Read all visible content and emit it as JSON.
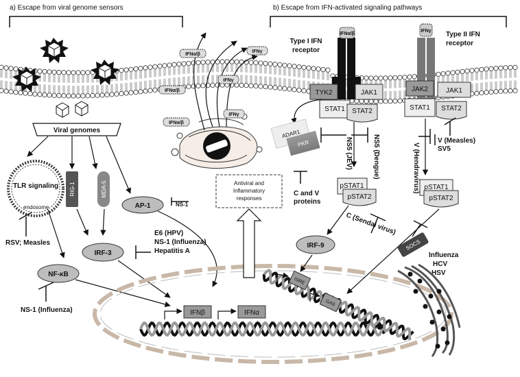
{
  "sections": {
    "left_title": "a) Escape from viral genome sensors",
    "right_title": "b) Escape from IFN-activated signaling pathways"
  },
  "receptors": {
    "type1_line1": "Type I IFN",
    "type1_line2": "receptor",
    "type2_line1": "Type II IFN",
    "type2_line2": "receptor",
    "ifnab_small": "IFNα/β",
    "ifng_small": "IFNγ"
  },
  "kinases": {
    "tyk2": "TYK2",
    "jak1_a": "JAK1",
    "jak2": "JAK2",
    "jak1_b": "JAK1",
    "stat1_a": "STAT1",
    "stat2_a": "STAT2",
    "stat1_b": "STAT1",
    "stat2_b": "STAT2",
    "pstat1_a": "pSTAT1",
    "pstat2_a": "pSTAT2",
    "pstat1_b": "pSTAT1",
    "pstat2_b": "pSTAT2"
  },
  "ifn_tags": {
    "tag1": "IFNα/β",
    "tag2": "IFNγ",
    "tag3": "IFNα/β",
    "tag4": "IFNγ",
    "tag5": "IFNα/β",
    "tag6": "IFNγ"
  },
  "sensors": {
    "viral_genomes": "Viral genomes",
    "tlr": "TLR signaling",
    "endosome": "endosome",
    "rig1": "RIG-1",
    "mda5": "MDA-5",
    "ap1": "AP-1",
    "irf3": "IRF-3",
    "nfkb": "NF-κB",
    "irf9": "IRF-9"
  },
  "inhibitors": {
    "rsv_measles": "RSV; Measles",
    "ns1_ap1": "NS-1",
    "e6": "E6 (HPV)",
    "ns1_infl": "NS-1 (Influenza)",
    "hepA": "Hepatitis A",
    "ns1_nfkb": "NS-1 (Influenza)",
    "ns5_jev": "NS5 (JEV)",
    "ns5_dengue": "NS5 (Dengue)",
    "v_hendra": "V (Hendravirus)",
    "v_measles": "V (Measles)",
    "sv5": "SV5",
    "c_and_v": "C and V",
    "proteins": "proteins",
    "c_sendai": "C (Sendai virus)",
    "influenza": "Influenza",
    "hcv": "HCV",
    "hsv": "HSV"
  },
  "proteins": {
    "adar1": "ADAR1",
    "pkr": "PKR",
    "socs": "SOCS"
  },
  "responses": {
    "line1": "Antiviral and",
    "line2": "Inflammatory",
    "line3": "responses"
  },
  "genes": {
    "ifnb": "IFNβ",
    "ifna": "IFNα",
    "isre": "ISRE",
    "gas": "GAS"
  }
}
